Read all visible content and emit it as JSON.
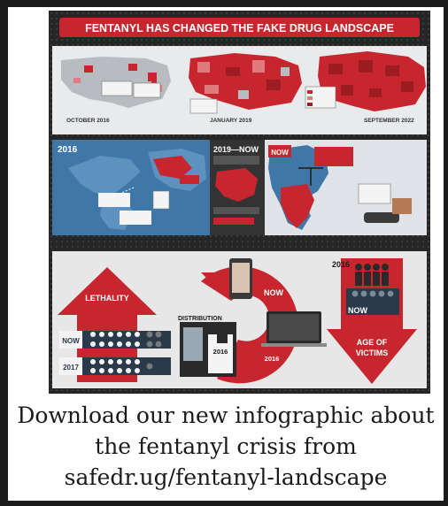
{
  "infographic": {
    "title": "FENTANYL HAS CHANGED THE FAKE DRUG LANDSCAPE",
    "maps": {
      "dates": [
        "OCTOBER 2016",
        "JANUARY 2019",
        "SEPTEMBER 2022"
      ]
    },
    "panel_2016": {
      "year": "2016"
    },
    "panel_2019": {
      "heading": "2019—NOW"
    },
    "panel_now": {
      "label": "NOW"
    },
    "lethality": {
      "title": "LETHALITY",
      "now_label": "NOW",
      "year_label": "2017"
    },
    "distribution": {
      "title": "DISTRIBUTION",
      "now_label": "NOW",
      "year_a": "2016",
      "year_b": "2016"
    },
    "victims": {
      "year": "2016",
      "now_label": "NOW",
      "title_line1": "AGE OF",
      "title_line2": "VICTIMS"
    },
    "colors": {
      "accent_red": "#c8262e",
      "dark": "#2a2a2a",
      "map_blue": "#3f78a8",
      "panel_grey": "#e7e7e7"
    }
  },
  "caption": {
    "line1": "Download our new infographic about",
    "line2": "the fentanyl crisis from",
    "line3": "safedr.ug/fentanyl-landscape"
  }
}
